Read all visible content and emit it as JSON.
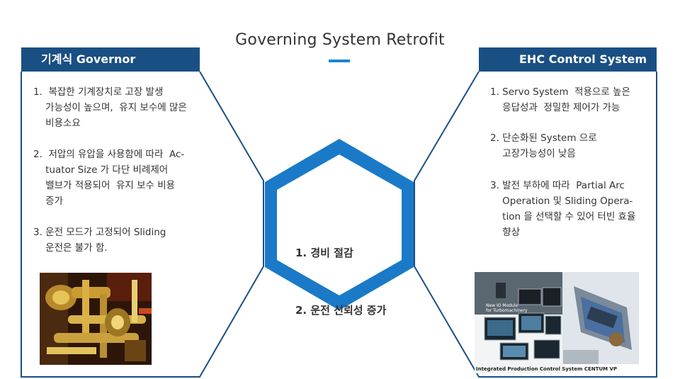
{
  "title": "Governing  System Retrofit",
  "left": {
    "header": "기계식 Governor",
    "items": [
      "1.  복잡한 기계장치로 고장 발생\n    가능성이 높으며,  유지 보수에 많은\n    비용소요",
      "2.  저압의 유압을 사용함에 따라  Ac-\n    tuator Size 가 다단 비례제어\n    밸브가 적용되어  유지 보수 비용\n    증가",
      "3. 운전 모드가 고정되어 Sliding\n    운전은 불가 함."
    ]
  },
  "right": {
    "header": "EHC Control System",
    "items": [
      "1. Servo System  적용으로 높은\n    응답성과  정밀한 제어가 가능",
      "2. 단순화된 System 으로\n    고장가능성이 낮음",
      "3. 발전 부하에 따라  Partial Arc\n    Operation 및 Sliding Opera-\n    tion 을 선택할 수 있어 터빈 효율\n    향상"
    ]
  },
  "center": {
    "items": [
      "1. 경비 절감",
      "2. 운전 신뢰성 증가"
    ]
  },
  "image_caption": "Integrated Production Control System  CENTUM VP",
  "io_module_label": "New IO Module\nfor Turbomachinery",
  "colors": {
    "header_bg": "#1a4f84",
    "accent": "#1a86d1",
    "hexagon": "#1a7ac8",
    "line": "#1a4f84"
  }
}
